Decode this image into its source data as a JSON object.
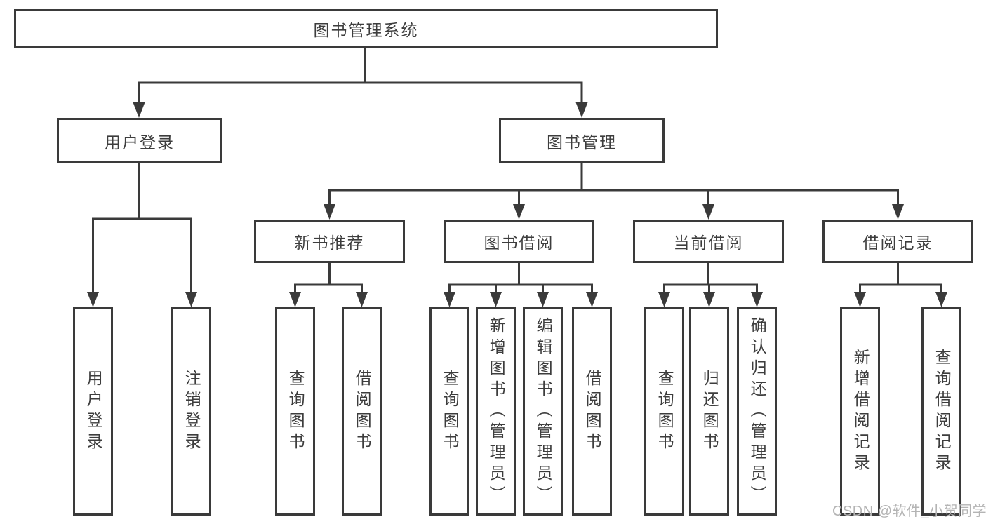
{
  "diagram": {
    "root": {
      "label": "图书管理系统"
    },
    "user_branch": {
      "label": "用户登录",
      "children": [
        "用户登录",
        "注销登录"
      ]
    },
    "mgmt_branch": {
      "label": "图书管理",
      "groups": [
        {
          "label": "新书推荐",
          "children": [
            "查询图书",
            "借阅图书"
          ]
        },
        {
          "label": "图书借阅",
          "children": [
            "查询图书",
            "新增图书（管理员）",
            "编辑图书（管理员）",
            "借阅图书"
          ]
        },
        {
          "label": "当前借阅",
          "children": [
            "查询图书",
            "归还图书",
            "确认归还（管理员）"
          ]
        },
        {
          "label": "借阅记录",
          "children": [
            "新增借阅记录",
            "查询借阅记录"
          ]
        }
      ]
    }
  },
  "watermark": {
    "text": "CSDN @软件_小贺同学"
  },
  "colors": {
    "line": "#3a3a3a",
    "text": "#3d3d3d",
    "box_fill": "#ffffff",
    "watermark": "#b4b4b4",
    "background": "#ffffff"
  }
}
